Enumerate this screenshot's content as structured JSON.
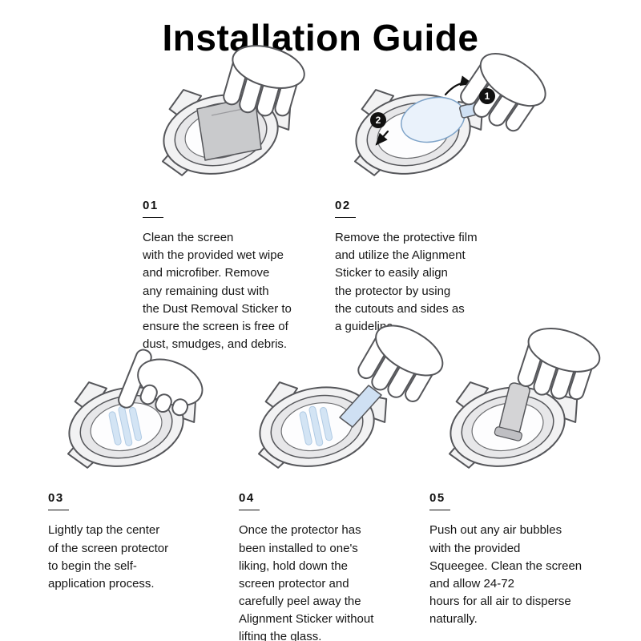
{
  "title": "Installation Guide",
  "steps": [
    {
      "number": "01",
      "illustration": "clean-screen-with-wet-wipe",
      "text": "Clean the screen\nwith the provided wet wipe\nand microfiber. Remove\nany remaining dust with\nthe Dust Removal Sticker to\nensure the screen is free of\ndust, smudges, and debris."
    },
    {
      "number": "02",
      "illustration": "remove-film-align-with-sticker",
      "badges": [
        "1",
        "2"
      ],
      "text": "Remove the protective film\nand utilize the Alignment\nSticker to easily align\nthe protector by using\nthe cutouts and sides as\na guideline."
    },
    {
      "number": "03",
      "illustration": "tap-center-of-protector",
      "text": "Lightly tap the center\nof the screen protector\nto begin the self-\napplication process."
    },
    {
      "number": "04",
      "illustration": "peel-away-alignment-sticker",
      "text": "Once the protector has\nbeen installed to one's\nliking, hold down the\nscreen protector and\ncarefully peel away the\nAlignment Sticker without\nlifting the glass."
    },
    {
      "number": "05",
      "illustration": "squeegee-out-air-bubbles",
      "text": "Push out any air bubbles\nwith the provided\nSqueegee. Clean the screen\nand allow 24-72\nhours for all air to disperse\nnaturally."
    }
  ]
}
